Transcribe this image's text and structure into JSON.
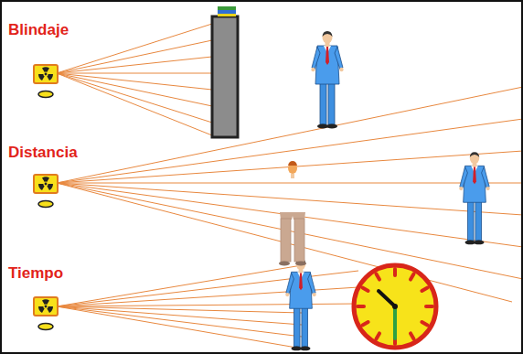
{
  "diagram": {
    "labels": [
      "Blindaje",
      "Distancia",
      "Tiempo"
    ]
  }
}
